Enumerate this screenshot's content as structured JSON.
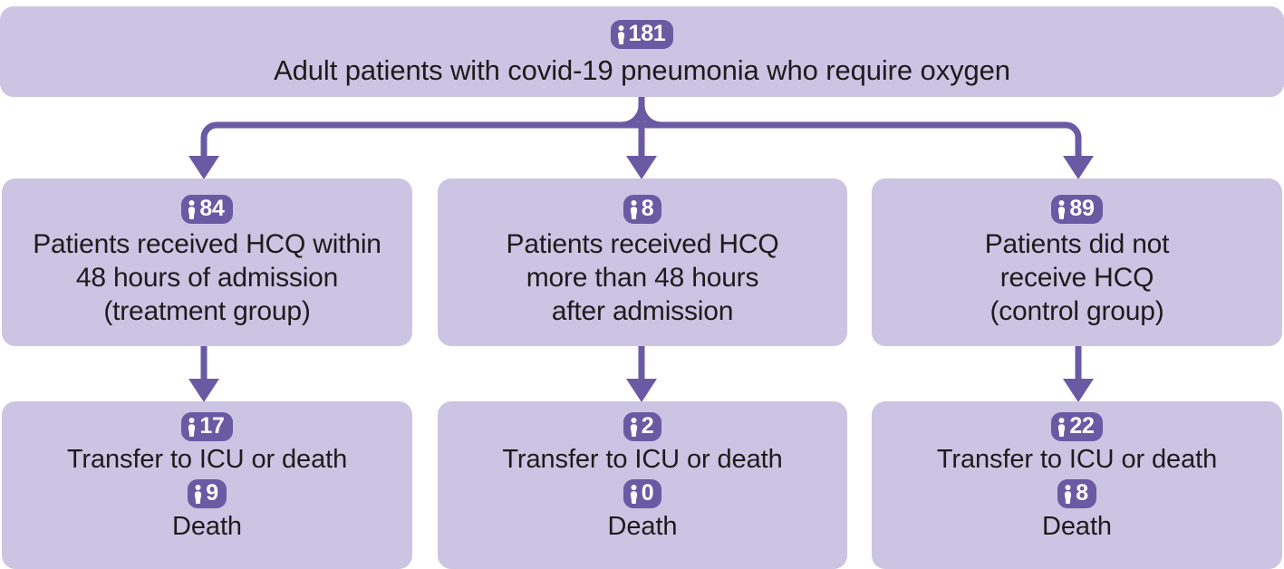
{
  "colors": {
    "box_fill": "#cbc4e3",
    "badge_fill": "#6a5aa3",
    "badge_text": "#ffffff",
    "body_text": "#1c1c1c",
    "connector": "#6a5aa3",
    "page_background": "#ffffff"
  },
  "icons": {
    "person": "person-icon"
  },
  "banner": {
    "count": "181",
    "label": "Adult patients with covid-19 pneumonia who require oxygen"
  },
  "groups": [
    {
      "id": "treatment",
      "count": "84",
      "label": "Patients received HCQ  within\n48 hours of admission\n(treatment group)"
    },
    {
      "id": "late-hcq",
      "count": "8",
      "label": "Patients received HCQ\nmore than 48 hours\nafter admission"
    },
    {
      "id": "control",
      "count": "89",
      "label": "Patients did not\nreceive HCQ\n(control group)"
    }
  ],
  "outcomes": [
    {
      "id": "treatment-outcome",
      "primary_count": "17",
      "primary_label": "Transfer to ICU or death",
      "secondary_count": "9",
      "secondary_label": "Death"
    },
    {
      "id": "late-hcq-outcome",
      "primary_count": "2",
      "primary_label": "Transfer to ICU or death",
      "secondary_count": "0",
      "secondary_label": "Death"
    },
    {
      "id": "control-outcome",
      "primary_count": "22",
      "primary_label": "Transfer to ICU or death",
      "secondary_count": "8",
      "secondary_label": "Death"
    }
  ]
}
